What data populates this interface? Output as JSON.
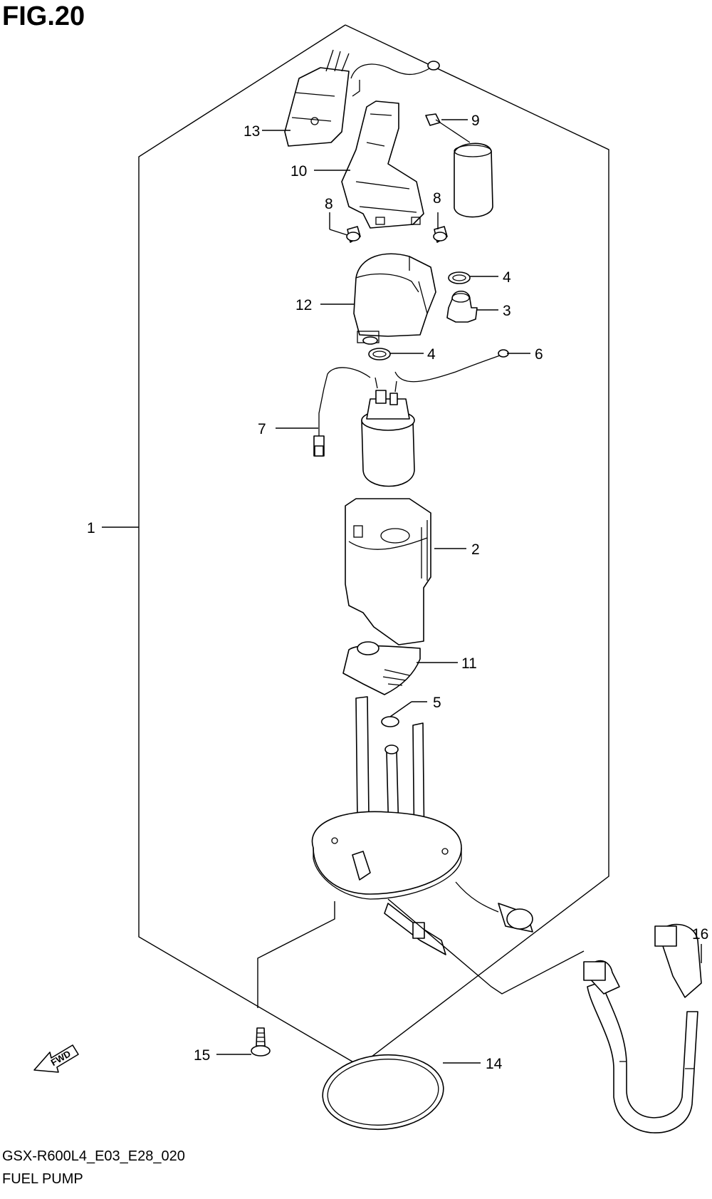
{
  "figure": {
    "title": "FIG.20",
    "diagram_code": "GSX-R600L4_E03_E28_020",
    "caption": "FUEL PUMP",
    "fwd_label": "FWD"
  },
  "callouts": [
    {
      "id": "1",
      "label": "1"
    },
    {
      "id": "2",
      "label": "2"
    },
    {
      "id": "3",
      "label": "3"
    },
    {
      "id": "4a",
      "label": "4"
    },
    {
      "id": "4b",
      "label": "4"
    },
    {
      "id": "5",
      "label": "5"
    },
    {
      "id": "6",
      "label": "6"
    },
    {
      "id": "7",
      "label": "7"
    },
    {
      "id": "8a",
      "label": "8"
    },
    {
      "id": "8b",
      "label": "8"
    },
    {
      "id": "9",
      "label": "9"
    },
    {
      "id": "10",
      "label": "10"
    },
    {
      "id": "11",
      "label": "11"
    },
    {
      "id": "12",
      "label": "12"
    },
    {
      "id": "13",
      "label": "13"
    },
    {
      "id": "14",
      "label": "14"
    },
    {
      "id": "15",
      "label": "15"
    },
    {
      "id": "16",
      "label": "16"
    }
  ]
}
